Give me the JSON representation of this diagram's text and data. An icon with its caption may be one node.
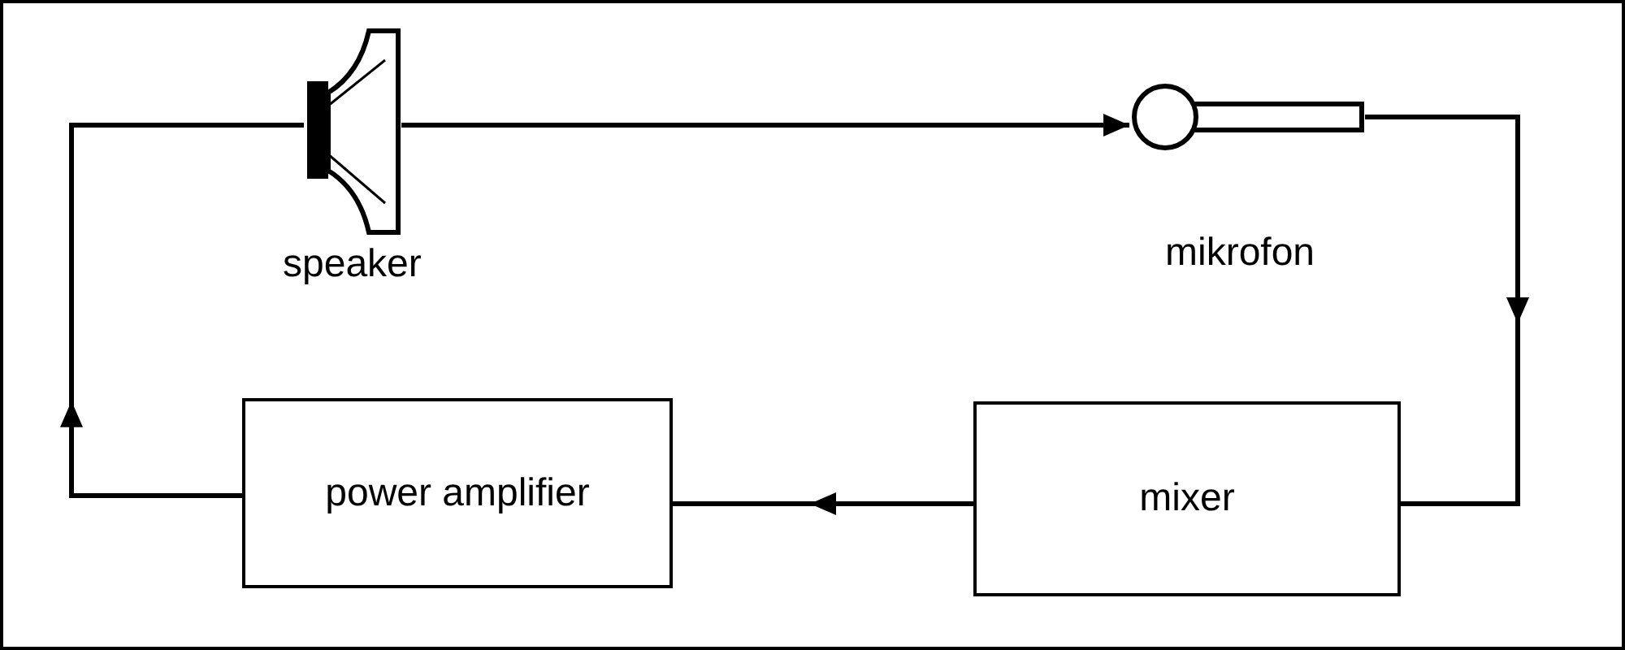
{
  "diagram": {
    "nodes": [
      {
        "text": [],
        "shape": "picture",
        "beside": [
          "speaker"
        ]
      },
      {
        "text": [],
        "shape": "picture",
        "beside": [
          "mikrofon"
        ]
      },
      {
        "text": [
          "mixer"
        ]
      },
      {
        "text": [
          "power amplifier"
        ]
      }
    ],
    "edges": [
      {
        "from": 0,
        "to": 1,
        "arrow": "to"
      },
      {
        "from": 1,
        "to": 2,
        "arrow": "to"
      },
      {
        "from": 2,
        "to": 3,
        "arrow": "to"
      },
      {
        "from": 3,
        "to": 0,
        "arrow": "to"
      }
    ]
  }
}
